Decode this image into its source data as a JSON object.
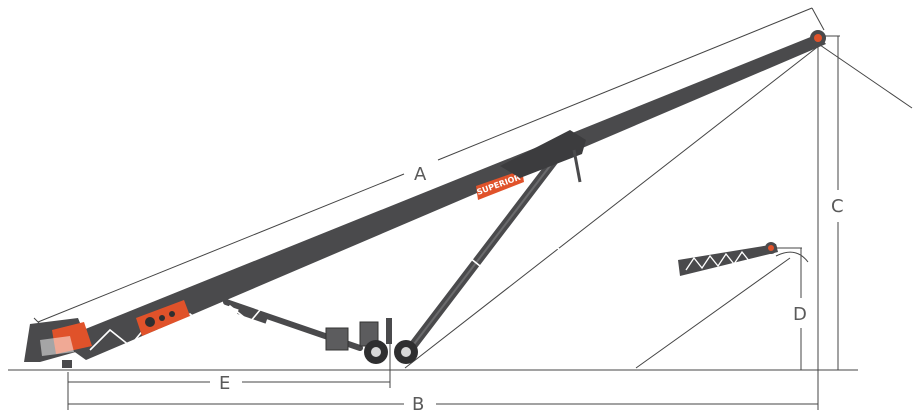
{
  "dimensions": {
    "a": "A",
    "b": "B",
    "c": "C",
    "d": "D",
    "e": "E"
  },
  "brand": "SUPERIOR",
  "colors": {
    "frame": "#4a4a4c",
    "accent": "#e0522a",
    "line": "#444444",
    "label": "#5a5a5a"
  }
}
